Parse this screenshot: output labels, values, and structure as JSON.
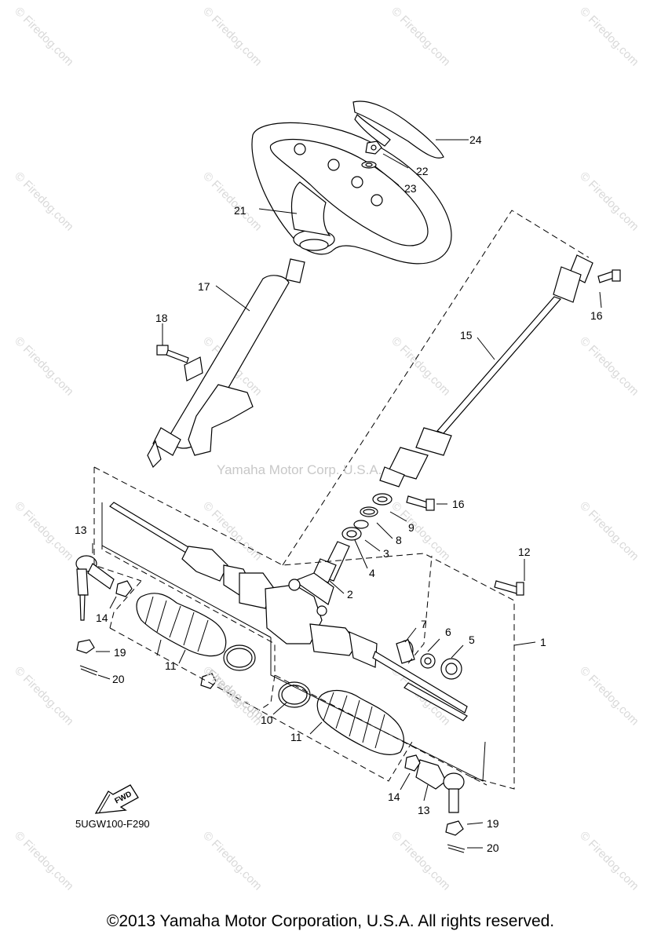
{
  "diagram": {
    "code": "5UGW100-F290",
    "watermark_center": "Yamaha Motor Corp. U.S.A.",
    "watermark_tile": "Firedog.com",
    "fwd_label": "FWD",
    "copyright": "©2013 Yamaha Motor Corporation, U.S.A. All rights reserved.",
    "callouts": [
      "1",
      "2",
      "3",
      "4",
      "5",
      "6",
      "7",
      "8",
      "9",
      "10",
      "11",
      "11",
      "12",
      "13",
      "13",
      "14",
      "14",
      "15",
      "16",
      "16",
      "17",
      "18",
      "19",
      "19",
      "20",
      "20",
      "21",
      "22",
      "23",
      "24"
    ]
  }
}
